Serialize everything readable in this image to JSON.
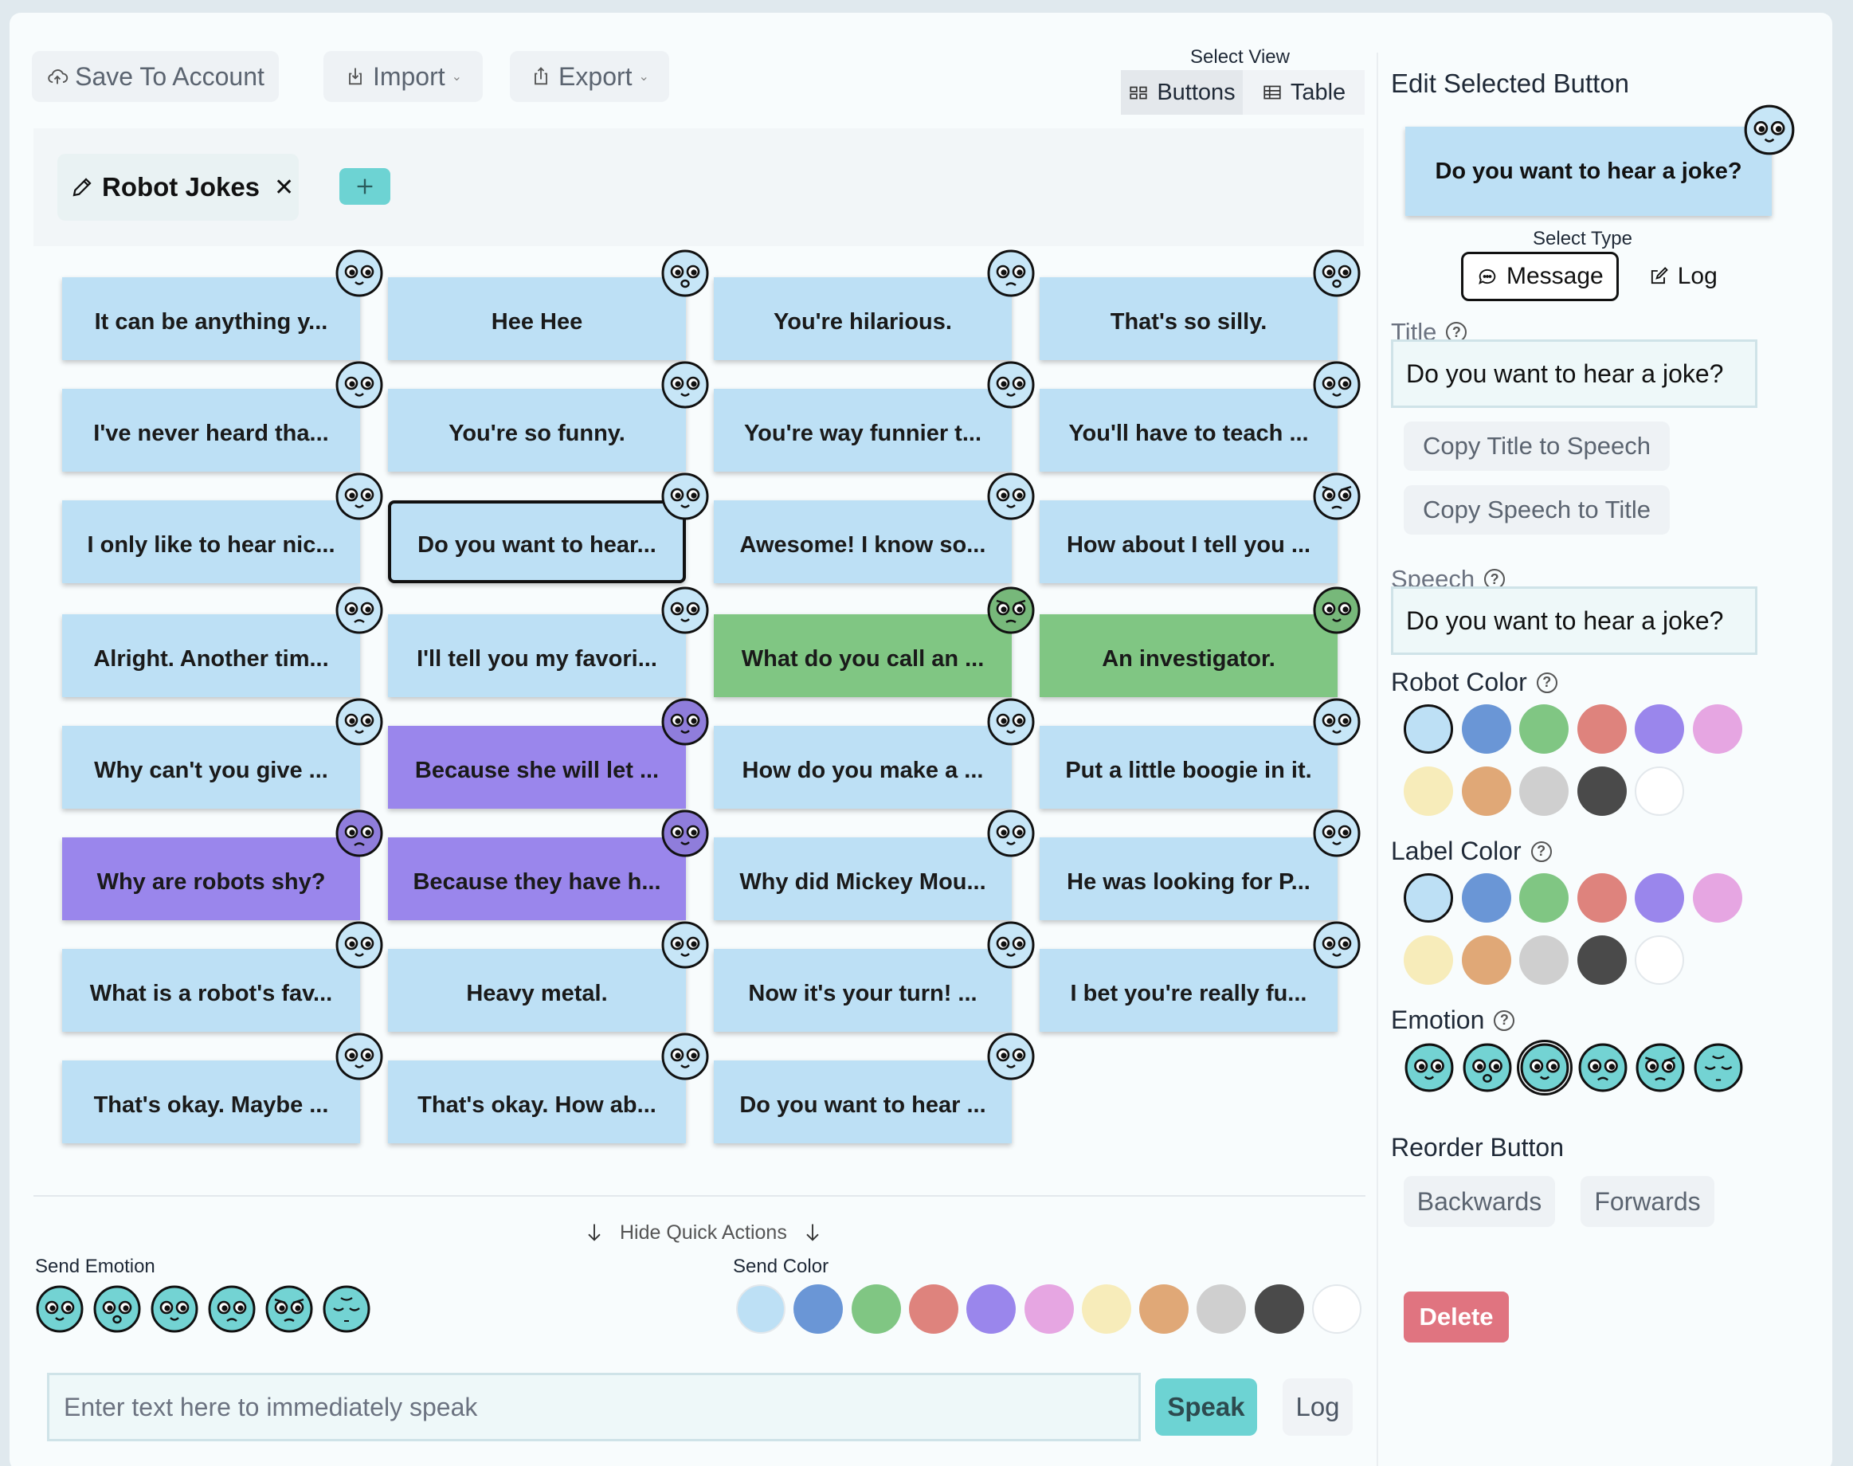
{
  "toolbar": {
    "save_label": "Save To Account",
    "import_label": "Import",
    "export_label": "Export",
    "select_view_label": "Select View",
    "view_buttons_label": "Buttons",
    "view_table_label": "Table",
    "active_view": "Buttons"
  },
  "page_tabs": [
    {
      "title": "Robot Jokes",
      "active": true
    }
  ],
  "grid": {
    "buttons": [
      {
        "label": "It can be anything y...",
        "color": "#bde0f5",
        "emotion": "neutral"
      },
      {
        "label": "Hee Hee",
        "color": "#bde0f5",
        "emotion": "surprised"
      },
      {
        "label": "You're hilarious.",
        "color": "#bde0f5",
        "emotion": "sad"
      },
      {
        "label": "That's so silly.",
        "color": "#bde0f5",
        "emotion": "surprised"
      },
      {
        "label": "I've never heard tha...",
        "color": "#bde0f5",
        "emotion": "neutral"
      },
      {
        "label": "You're so funny.",
        "color": "#bde0f5",
        "emotion": "neutral"
      },
      {
        "label": "You're way funnier t...",
        "color": "#bde0f5",
        "emotion": "neutral"
      },
      {
        "label": "You'll have to teach ...",
        "color": "#bde0f5",
        "emotion": "neutral"
      },
      {
        "label": "I only like to hear nic...",
        "color": "#bde0f5",
        "emotion": "neutral"
      },
      {
        "label": "Do you want to hear...",
        "color": "#bde0f5",
        "emotion": "neutral",
        "selected": true
      },
      {
        "label": "Awesome! I know so...",
        "color": "#bde0f5",
        "emotion": "neutral"
      },
      {
        "label": "How about I tell you ...",
        "color": "#bde0f5",
        "emotion": "angry"
      },
      {
        "label": "Alright. Another tim...",
        "color": "#bde0f5",
        "emotion": "sad"
      },
      {
        "label": "I'll tell you my favori...",
        "color": "#bde0f5",
        "emotion": "neutral"
      },
      {
        "label": "What do you call an ...",
        "color": "#80c683",
        "emotion": "angry"
      },
      {
        "label": "An investigator.",
        "color": "#80c683",
        "emotion": "neutral"
      },
      {
        "label": "Why can't you give ...",
        "color": "#bde0f5",
        "emotion": "neutral"
      },
      {
        "label": "Because she will let ...",
        "color": "#9a86ec",
        "emotion": "neutral"
      },
      {
        "label": "How do you make a ...",
        "color": "#bde0f5",
        "emotion": "neutral"
      },
      {
        "label": "Put a little boogie in it.",
        "color": "#bde0f5",
        "emotion": "neutral"
      },
      {
        "label": "Why are robots shy?",
        "color": "#9a86ec",
        "emotion": "sad"
      },
      {
        "label": "Because they have h...",
        "color": "#9a86ec",
        "emotion": "neutral"
      },
      {
        "label": "Why did Mickey Mou...",
        "color": "#bde0f5",
        "emotion": "neutral"
      },
      {
        "label": "He was looking for P...",
        "color": "#bde0f5",
        "emotion": "neutral"
      },
      {
        "label": "What is a robot's fav...",
        "color": "#bde0f5",
        "emotion": "neutral"
      },
      {
        "label": "Heavy metal.",
        "color": "#bde0f5",
        "emotion": "neutral"
      },
      {
        "label": "Now it's your turn! ...",
        "color": "#bde0f5",
        "emotion": "neutral"
      },
      {
        "label": "I bet you're really fu...",
        "color": "#bde0f5",
        "emotion": "neutral"
      },
      {
        "label": "That's okay. Maybe ...",
        "color": "#bde0f5",
        "emotion": "neutral"
      },
      {
        "label": "That's okay. How ab...",
        "color": "#bde0f5",
        "emotion": "neutral"
      },
      {
        "label": "Do you want to hear ...",
        "color": "#bde0f5",
        "emotion": "neutral"
      }
    ]
  },
  "quick_actions": {
    "hide_label": "Hide Quick Actions",
    "send_emotion_label": "Send Emotion",
    "send_color_label": "Send Color",
    "emotions": [
      "neutral",
      "surprised",
      "happy",
      "sad",
      "angry",
      "sleepy"
    ],
    "colors": [
      "#bde0f5",
      "#6a96d6",
      "#80c683",
      "#de837d",
      "#9a86ec",
      "#e6a6e2",
      "#f7ecba",
      "#e0a877",
      "#cfcfcf",
      "#4a4a4a",
      "#ffffff"
    ]
  },
  "speak_bar": {
    "placeholder": "Enter text here to immediately speak",
    "speak_label": "Speak",
    "log_label": "Log"
  },
  "editor": {
    "header": "Edit Selected Button",
    "preview_label": "Do you want to hear a joke?",
    "select_type_label": "Select Type",
    "type_message_label": "Message",
    "type_log_label": "Log",
    "active_type": "Message",
    "title_label": "Title",
    "title_value": "Do you want to hear a joke?",
    "copy_title_label": "Copy Title to Speech",
    "copy_speech_label": "Copy Speech to Title",
    "speech_label": "Speech",
    "speech_value": "Do you want to hear a joke?",
    "robot_color_label": "Robot Color",
    "label_color_label": "Label Color",
    "palette": [
      "#bde0f5",
      "#6a96d6",
      "#80c683",
      "#de837d",
      "#9a86ec",
      "#e6a6e2",
      "#f7ecba",
      "#e0a877",
      "#cfcfcf",
      "#4a4a4a",
      "#ffffff"
    ],
    "robot_color_selected": 0,
    "label_color_selected": 0,
    "emotion_label": "Emotion",
    "emotions": [
      "neutral",
      "surprised",
      "happy",
      "sad",
      "angry",
      "sleepy"
    ],
    "emotion_selected": 2,
    "reorder_label": "Reorder Button",
    "backwards_label": "Backwards",
    "forwards_label": "Forwards",
    "delete_label": "Delete"
  },
  "icons": {
    "save": "cloud-upload-icon",
    "import": "import-icon",
    "export": "export-icon",
    "buttons_view": "grid-icon",
    "table_view": "table-icon",
    "edit": "pencil-icon",
    "close": "close-icon",
    "add": "plus-icon",
    "message": "chat-bubble-icon",
    "log": "edit-note-icon",
    "help": "help-circle-icon",
    "arrow": "arrow-down-icon"
  }
}
